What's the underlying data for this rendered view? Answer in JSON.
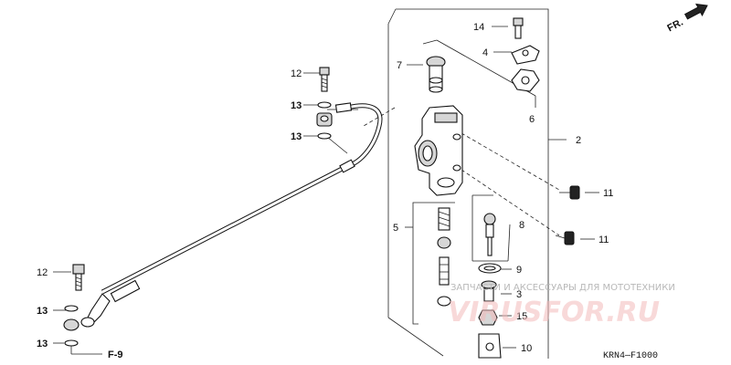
{
  "labels": {
    "n14": "14",
    "n4": "4",
    "n7": "7",
    "n12a": "12",
    "n13a": "13",
    "n6": "6",
    "n13b": "13",
    "n2": "2",
    "n11a": "11",
    "n5": "5",
    "n8": "8",
    "n11b": "11",
    "n9": "9",
    "n3": "3",
    "n12b": "12",
    "n13c": "13",
    "n15": "15",
    "n13d": "13",
    "n10": "10",
    "f9": "F-9"
  },
  "direction_label": "FR.",
  "diagram_code": "KRN4—F1000",
  "watermark": {
    "tagline": "ЗАПЧАСТИ И АКСЕССУАРЫ ДЛЯ МОТОТЕХНИКИ",
    "brand": "VIRUSFOR.RU"
  }
}
